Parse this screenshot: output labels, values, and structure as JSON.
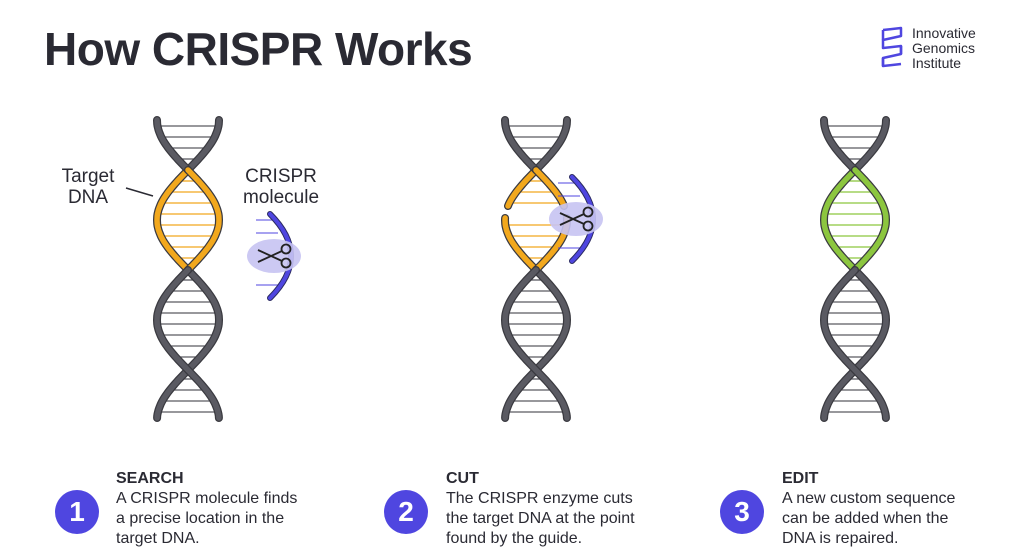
{
  "title": "How CRISPR Works",
  "logo": {
    "lines": [
      "Innovative",
      "Genomics",
      "Institute"
    ],
    "color": "#4f46e0"
  },
  "labels": {
    "target_dna": [
      "Target",
      "DNA"
    ],
    "crispr_molecule": [
      "CRISPR",
      "molecule"
    ]
  },
  "colors": {
    "strand": "#5a5a62",
    "target": "#f2a81d",
    "edited": "#8cc63f",
    "crispr": "#4f46e0",
    "enzyme": "#c7c3f2"
  },
  "steps": [
    {
      "number": "1",
      "heading": "SEARCH",
      "lines": [
        "A CRISPR molecule finds",
        "a precise location in the",
        "target DNA."
      ]
    },
    {
      "number": "2",
      "heading": "CUT",
      "lines": [
        "The CRISPR enzyme cuts",
        "the target DNA at the point",
        "found by the guide."
      ]
    },
    {
      "number": "3",
      "heading": "EDIT",
      "lines": [
        "A new custom sequence",
        "can be added when the",
        "DNA is repaired."
      ]
    }
  ]
}
